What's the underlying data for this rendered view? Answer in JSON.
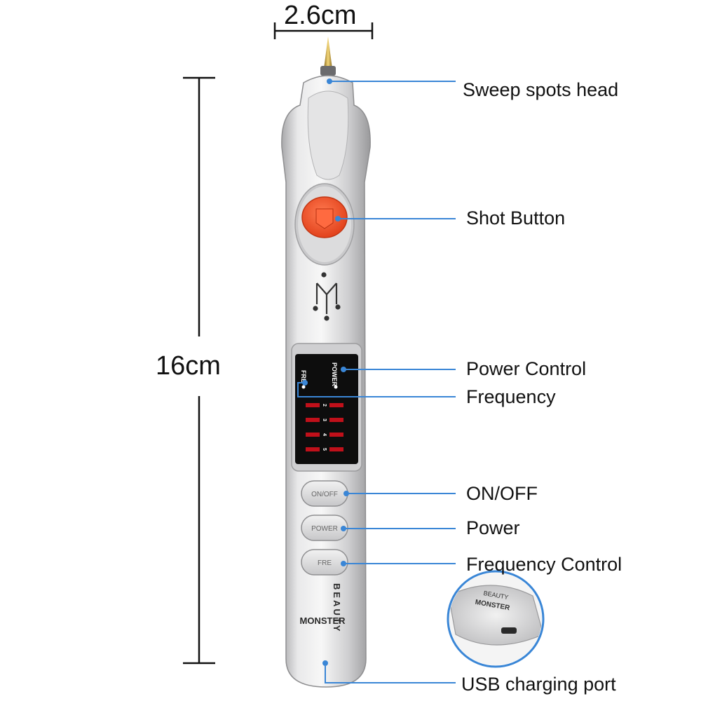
{
  "dimensions": {
    "width_label": "2.6cm",
    "height_label": "16cm"
  },
  "callouts": {
    "sweep_head": "Sweep spots head",
    "shot_button": "Shot Button",
    "power_control": "Power Control",
    "frequency": "Frequency",
    "on_off": "ON/OFF",
    "power": "Power",
    "frequency_control": "Frequency Control",
    "usb_port": "USB charging port"
  },
  "device": {
    "display_power_label": "POWER",
    "display_fre_label": "FRE",
    "level_numbers": [
      "2",
      "3",
      "4",
      "5"
    ],
    "button_onoff": "ON/OFF",
    "button_power": "POWER",
    "button_fre": "FRE",
    "brand_top": "BEAUTY",
    "brand_main": "MONSTER",
    "inset_brand_top": "BEAUTY",
    "inset_brand_main": "MONSTER"
  },
  "colors": {
    "callout_line": "#3a86d6",
    "shot_button": "#ff5a2e",
    "body_silver": "#d9d9db",
    "display_bg": "#0d0d0d",
    "led_red": "#c0101a",
    "inset_ring": "#3a86d6"
  }
}
